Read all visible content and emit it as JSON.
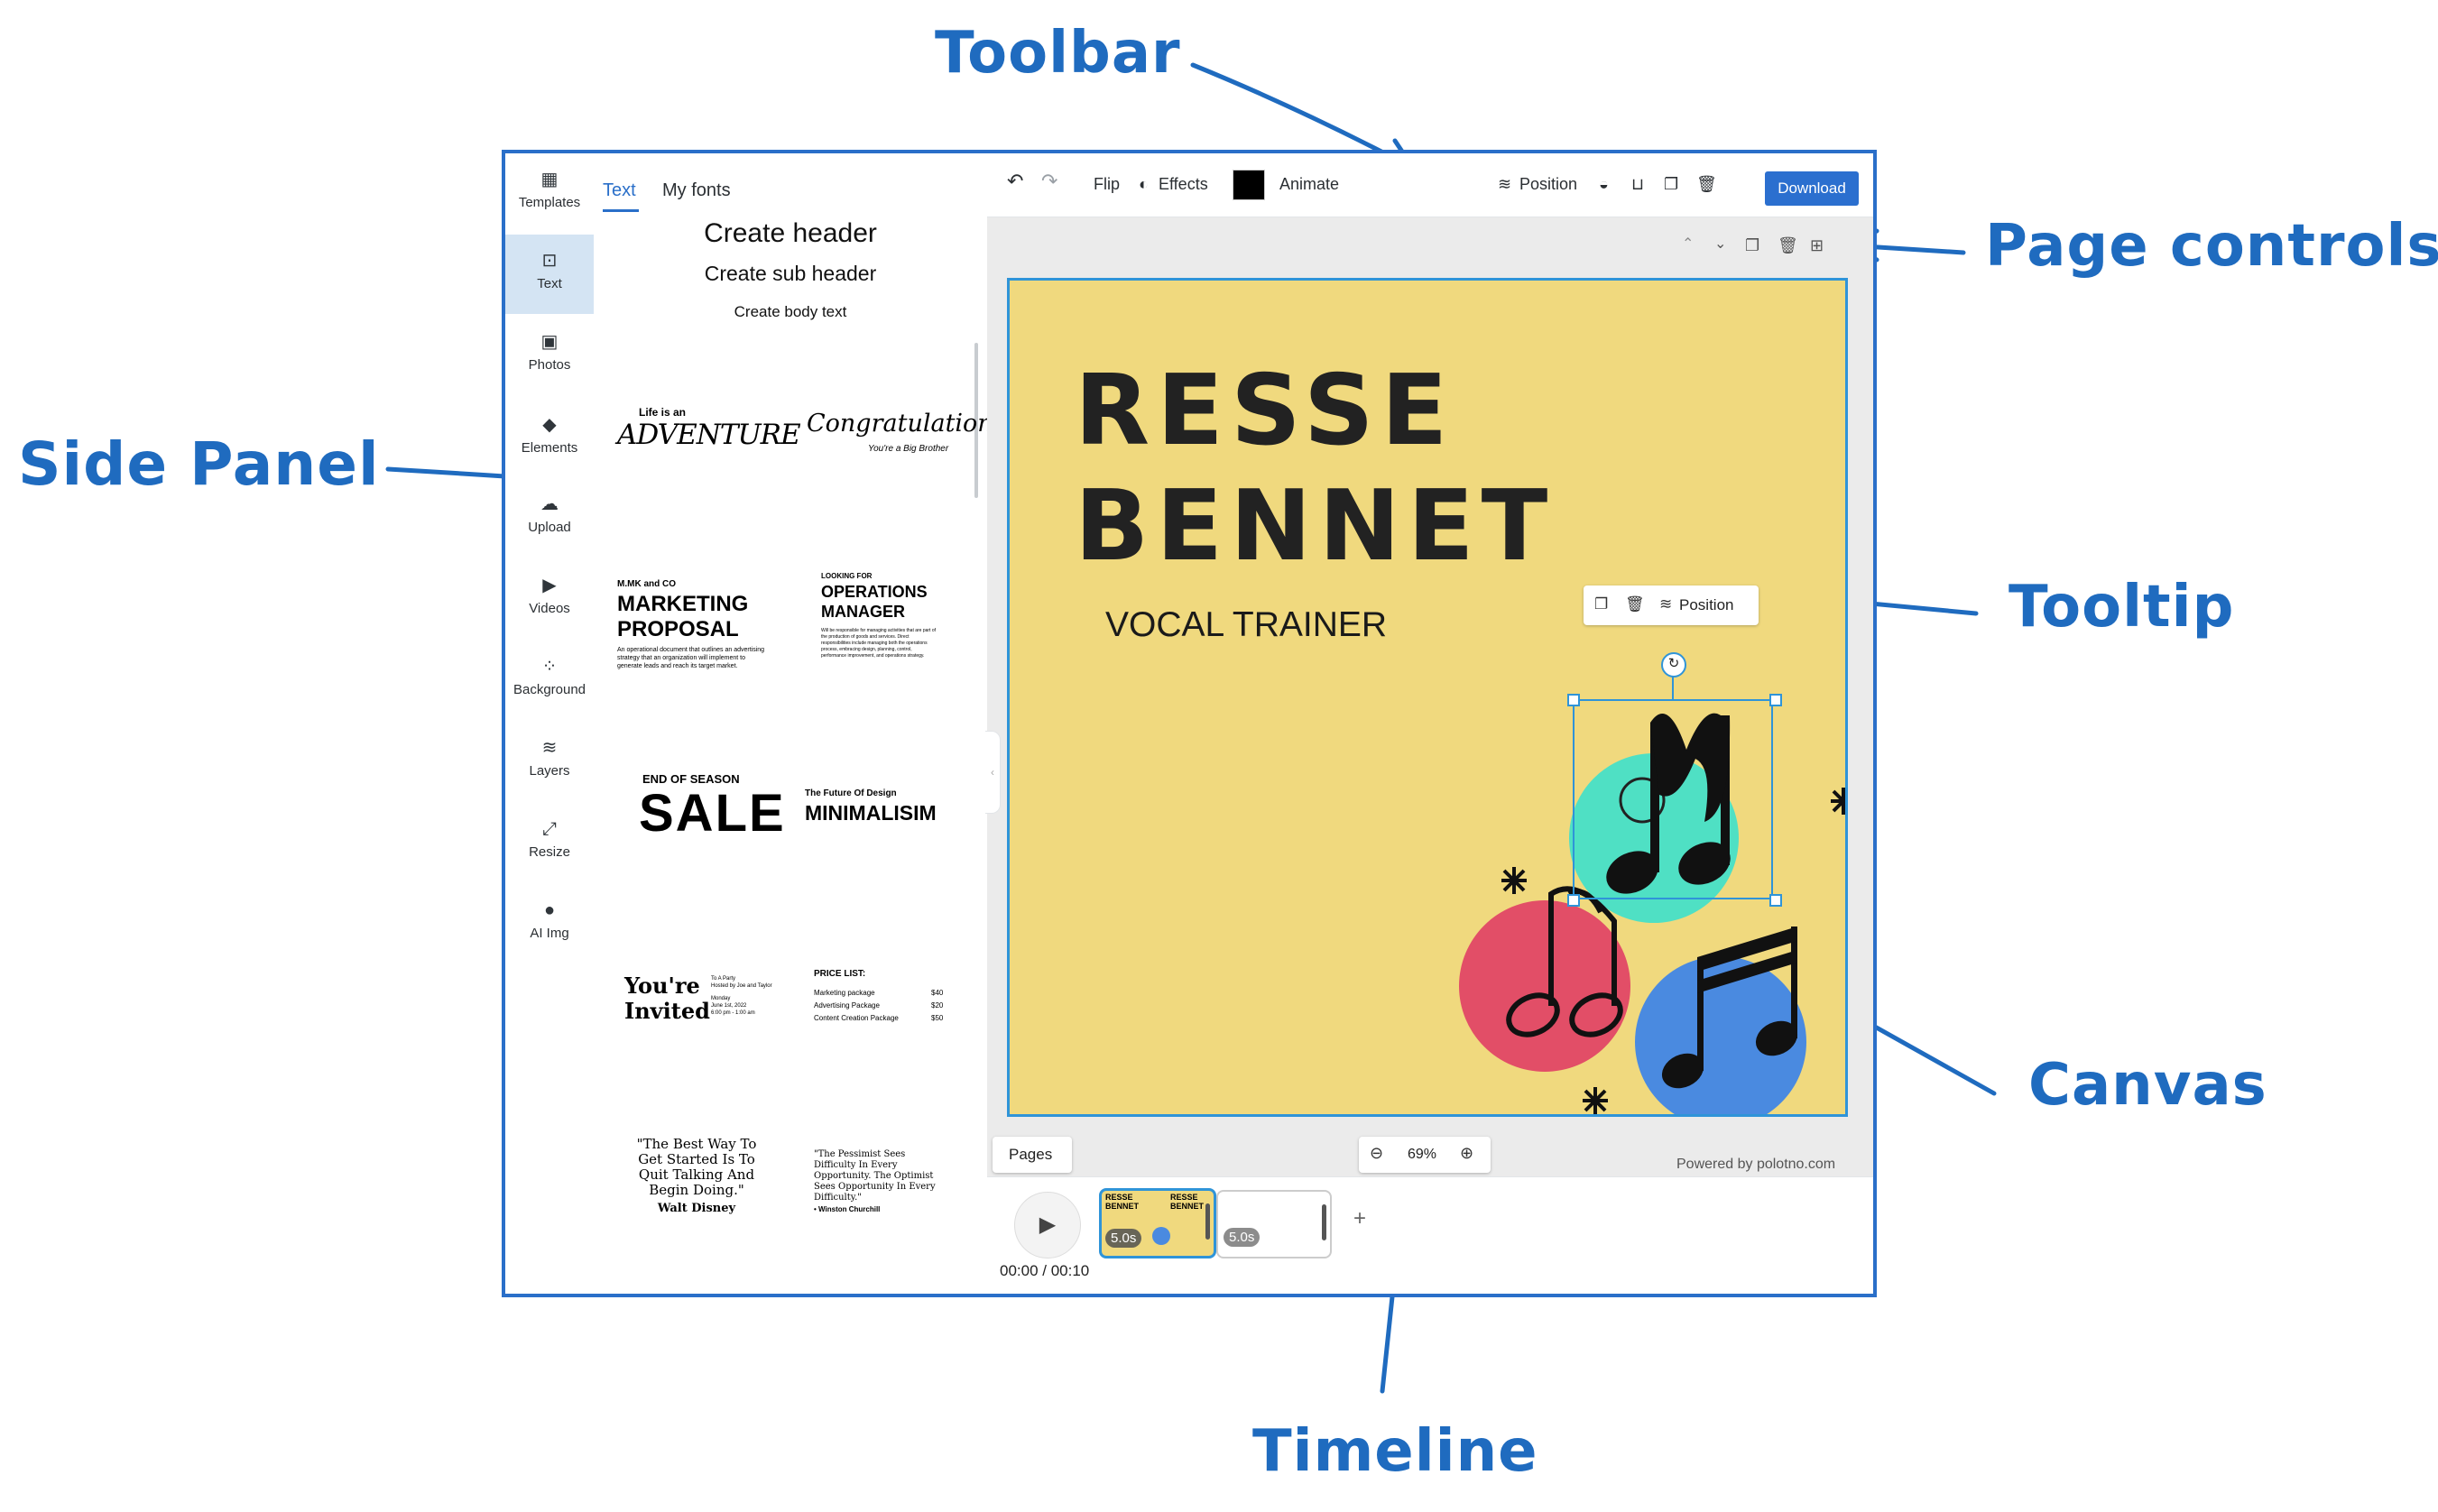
{
  "annotations": {
    "toolbar": "Toolbar",
    "page_controls": "Page controls",
    "side_panel": "Side Panel",
    "tooltip": "Tooltip",
    "canvas": "Canvas",
    "timeline": "Timeline"
  },
  "rail": {
    "items": [
      {
        "label": "Templates",
        "icon": "templates-icon"
      },
      {
        "label": "Text",
        "icon": "text-icon"
      },
      {
        "label": "Photos",
        "icon": "photos-icon"
      },
      {
        "label": "Elements",
        "icon": "elements-icon"
      },
      {
        "label": "Upload",
        "icon": "upload-icon"
      },
      {
        "label": "Videos",
        "icon": "videos-icon"
      },
      {
        "label": "Background",
        "icon": "background-icon"
      },
      {
        "label": "Layers",
        "icon": "layers-icon"
      },
      {
        "label": "Resize",
        "icon": "resize-icon"
      },
      {
        "label": "AI Img",
        "icon": "ai-image-icon"
      }
    ],
    "active": "Text"
  },
  "panel": {
    "tabs": [
      "Text",
      "My fonts"
    ],
    "create_header": "Create header",
    "create_subheader": "Create sub header",
    "create_body": "Create body text",
    "templates": {
      "t1_small": "Life is an",
      "t1_big": "ADVENTURE",
      "t2_big": "Congratulations!",
      "t2_small": "You're a Big Brother",
      "t3_small": "M.MK and CO",
      "t3_big1": "MARKETING",
      "t3_big2": "PROPOSAL",
      "t3_body": "An operational document that outlines an advertising strategy that an organization will implement to generate leads and reach its target market.",
      "t4_small": "LOOKING FOR",
      "t4_big1": "OPERATIONS",
      "t4_big2": "MANAGER",
      "t4_body": "Will be responsible for managing activities that are part of the production of goods and services. Direct responsibilities include managing both the operations process, embracing design, planning, control, performance improvement, and operations strategy.",
      "t5_small": "END OF SEASON",
      "t5_big": "SALE",
      "t6_small": "The Future Of Design",
      "t6_big": "MINIMALISIM",
      "t7_big1": "You're",
      "t7_big2": "Invited",
      "t7_body1": "To A Party",
      "t7_body2": "Hosted by Joe and Taylor",
      "t7_body3": "Monday",
      "t7_body4": "June 1st, 2022",
      "t7_body5": "6:00 pm - 1:00 am",
      "t8_title": "PRICE LIST:",
      "t8_rows": [
        {
          "name": "Marketing  package",
          "price": "$40"
        },
        {
          "name": "Advertising Package",
          "price": "$20"
        },
        {
          "name": "Content  Creation  Package",
          "price": "$50"
        }
      ],
      "t9_quote": "\"The Best Way To Get Started Is To Quit Talking And Begin Doing.\"",
      "t9_author": "Walt Disney",
      "t10_quote": "\"The Pessimist Sees Difficulty In Every Opportunity. The Optimist Sees Opportunity In Every Difficulty.\"",
      "t10_author": "• Winston Churchill"
    }
  },
  "toolbar": {
    "flip": "Flip",
    "effects": "Effects",
    "animate": "Animate",
    "position": "Position",
    "download": "Download",
    "color_swatch": "#000000"
  },
  "canvas": {
    "title_line1": "RESSE",
    "title_line2": "BENNET",
    "subtitle": "VOCAL TRAINER",
    "tooltip_position": "Position",
    "background_color": "#f0d97e"
  },
  "footer": {
    "pages": "Pages",
    "zoom": "69%",
    "powered_by": "Powered by polotno.com"
  },
  "timeline": {
    "time": "00:00 / 00:10",
    "page1_duration": "5.0s",
    "page2_duration": "5.0s",
    "thumb_text1": "RESSE",
    "thumb_text2": "BENNET",
    "add": "+"
  }
}
